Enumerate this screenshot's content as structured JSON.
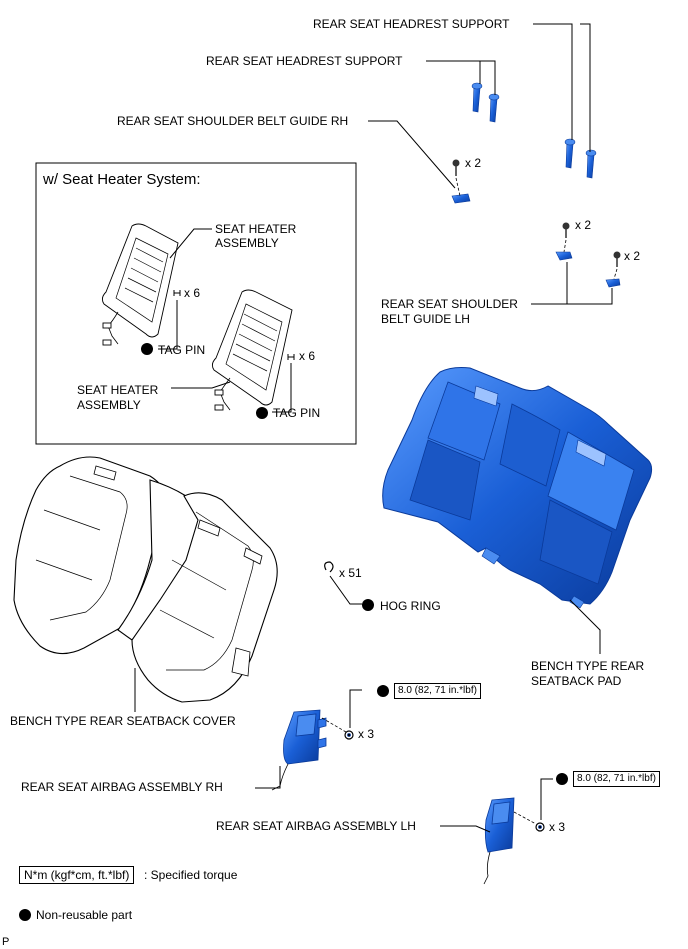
{
  "labels": {
    "headrest_support_1": "REAR SEAT HEADREST SUPPORT",
    "headrest_support_2": "REAR SEAT HEADREST SUPPORT",
    "belt_guide_rh": "REAR SEAT SHOULDER BELT GUIDE RH",
    "belt_guide_lh_line1": "REAR SEAT SHOULDER",
    "belt_guide_lh_line2": "BELT GUIDE LH",
    "qty_x2_a": "x 2",
    "qty_x2_b": "x 2",
    "qty_x2_c": "x 2",
    "seatback_pad_line1": "BENCH TYPE REAR",
    "seatback_pad_line2": "SEATBACK PAD",
    "hog_ring_qty": "x 51",
    "hog_ring": "HOG RING",
    "seatback_cover": "BENCH TYPE REAR SEATBACK COVER",
    "airbag_rh": "REAR SEAT AIRBAG ASSEMBLY RH",
    "airbag_lh": "REAR SEAT AIRBAG ASSEMBLY LH",
    "torque_value_1": "8.0 (82, 71 in.*lbf)",
    "torque_value_2": "8.0 (82, 71 in.*lbf)",
    "airbag_rh_qty": "x 3",
    "airbag_lh_qty": "x 3"
  },
  "heater_box": {
    "title": "w/ Seat Heater System:",
    "heater_1_line1": "SEAT HEATER",
    "heater_1_line2": "ASSEMBLY",
    "heater_1_qty": "x 6",
    "tag_pin_1": "TAG PIN",
    "heater_2_line1": "SEAT HEATER",
    "heater_2_line2": "ASSEMBLY",
    "heater_2_qty": "x 6",
    "tag_pin_2": "TAG PIN"
  },
  "legend": {
    "torque_unit_box": "N*m (kgf*cm, ft.*lbf)",
    "torque_desc": ": Specified torque",
    "non_reusable": "Non-reusable part"
  },
  "corner_mark": "P",
  "colors": {
    "part_blue": "#1a5fd6",
    "part_blue_light": "#4a8cf0",
    "part_blue_dark": "#0a3a9a",
    "line": "#000000"
  }
}
